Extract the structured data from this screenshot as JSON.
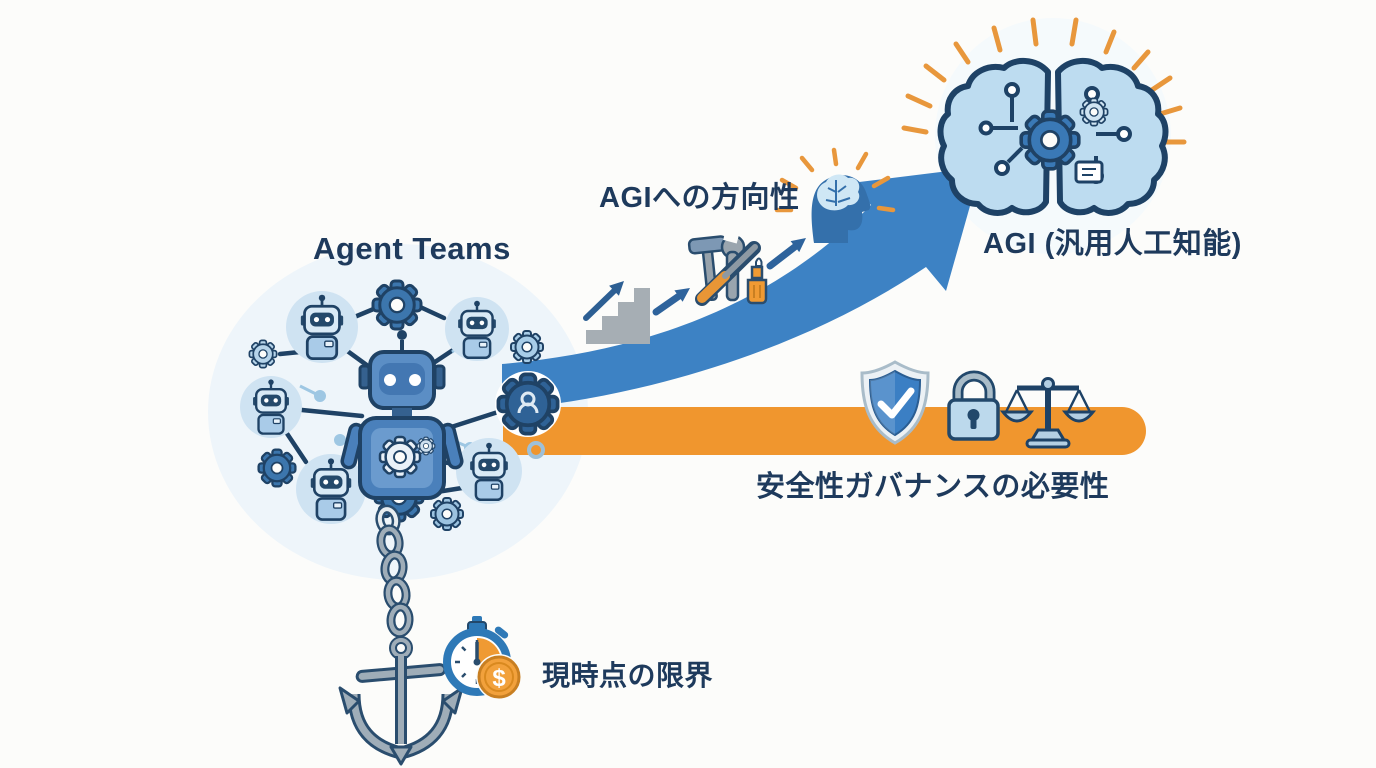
{
  "diagram_title": "Agent Teams to AGI progression diagram",
  "labels": {
    "agent_teams": "Agent Teams",
    "agi_direction": "AGIへの方向性",
    "agi": "AGI (汎用人工知能)",
    "safety": "安全性ガバナンスの必要性",
    "limits": "現時点の限界"
  },
  "glyphs": {
    "dollar": "$"
  },
  "palette": {
    "background": "#fcfcfa",
    "text_navy": "#1e3a5c",
    "outline_navy": "#1f4265",
    "arrow_blue": "#3d82c4",
    "small_arrow_blue": "#2e639c",
    "bar_orange": "#f0962e",
    "ray_orange": "#e8973c",
    "light_blue": "#cfe4f2",
    "robot_blue": "#4a80bb",
    "steel_gray": "#9fadb8"
  },
  "icons": [
    "robot-network-icon",
    "gear-icon",
    "gear-person-icon",
    "growth-arrow-icon",
    "stairs-icon",
    "hammer-icon",
    "wrench-icon",
    "screwdriver-icon",
    "oil-bottle-icon",
    "head-brain-icon",
    "circuit-brain-icon",
    "safety-bar",
    "shield-check-icon",
    "padlock-icon",
    "scales-icon",
    "chain-icon",
    "anchor-icon",
    "stopwatch-icon",
    "dollar-coin-icon"
  ]
}
